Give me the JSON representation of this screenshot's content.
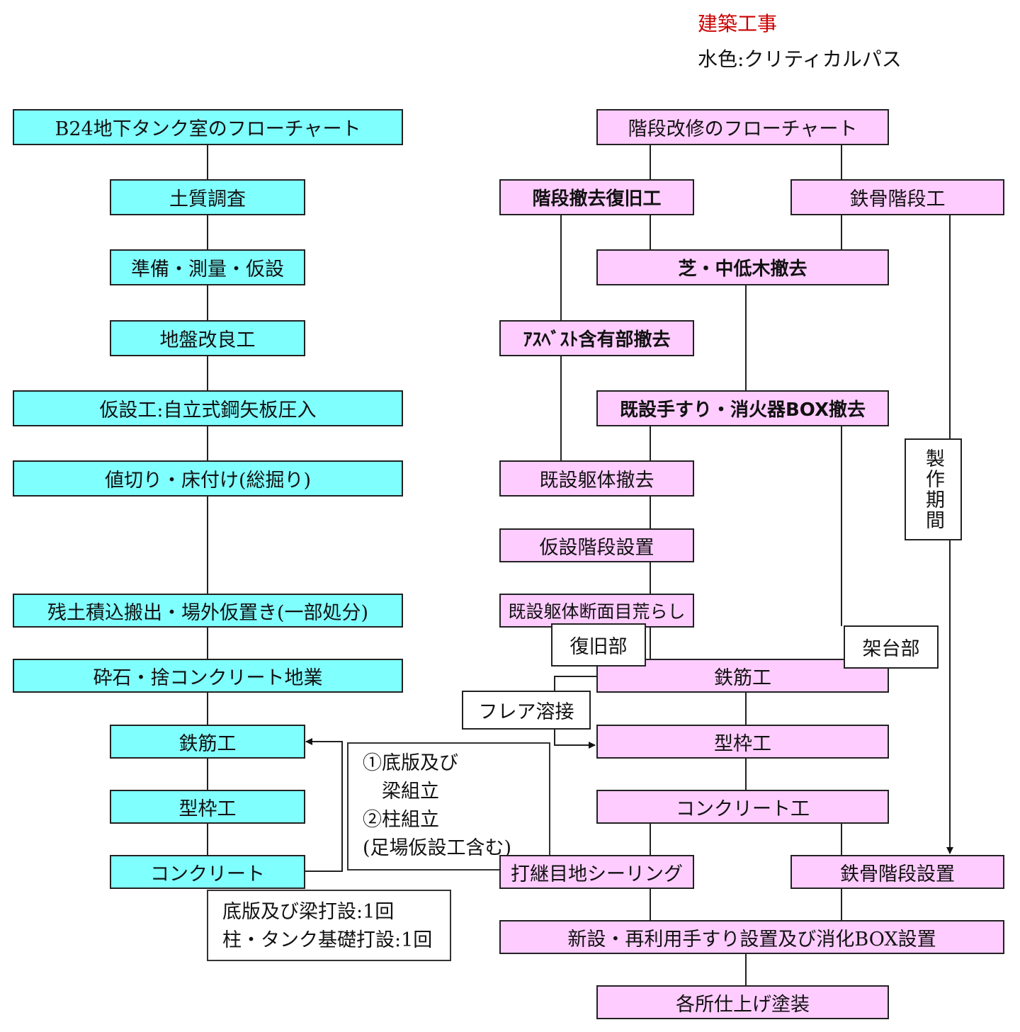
{
  "header": {
    "title": "建築工事",
    "legend": "水色:クリティカルパス",
    "title_color": "#cc0000"
  },
  "colors": {
    "critical": "#80ffff",
    "stair": "#ffccff"
  },
  "left_flow": {
    "title": "B24地下タンク室のフローチャート",
    "steps": [
      "土質調査",
      "準備・測量・仮設",
      "地盤改良工",
      "仮設工:自立式鋼矢板圧入",
      "値切り・床付け(総掘り)",
      "残土積込搬出・場外仮置き(一部処分)",
      "砕石・捨コンクリート地業",
      "鉄筋工",
      "型枠工",
      "コンクリート"
    ]
  },
  "right_flow": {
    "title": "階段改修のフローチャート",
    "stair_removal": "階段撤去復旧工",
    "steel_stair": "鉄骨階段工",
    "turf_removal": "芝・中低木撤去",
    "asbestos_removal": "ｱｽﾍﾞｽﾄ含有部撤去",
    "railing_removal": "既設手すり・消火器BOX撤去",
    "existing_demolition": "既設躯体撤去",
    "temp_stair": "仮設階段設置",
    "roughening": "既設躯体断面目荒らし",
    "rebar": "鉄筋工",
    "formwork": "型枠工",
    "concrete": "コンクリート工",
    "sealing": "打継目地シーリング",
    "steel_stair_install": "鉄骨階段設置",
    "railing_install": "新設・再利用手すり設置及び消化BOX設置",
    "painting": "各所仕上げ塗装"
  },
  "labels": {
    "fabrication": "製作期間",
    "restoration": "復旧部",
    "frame": "架台部",
    "flare_weld": "フレア溶接"
  },
  "notes": {
    "assembly": [
      "①底版及び",
      "　梁組立",
      "②柱組立",
      "(足場仮設工含む)"
    ],
    "pours": [
      "底版及び梁打設:1回",
      "柱・タンク基礎打設:1回"
    ]
  }
}
